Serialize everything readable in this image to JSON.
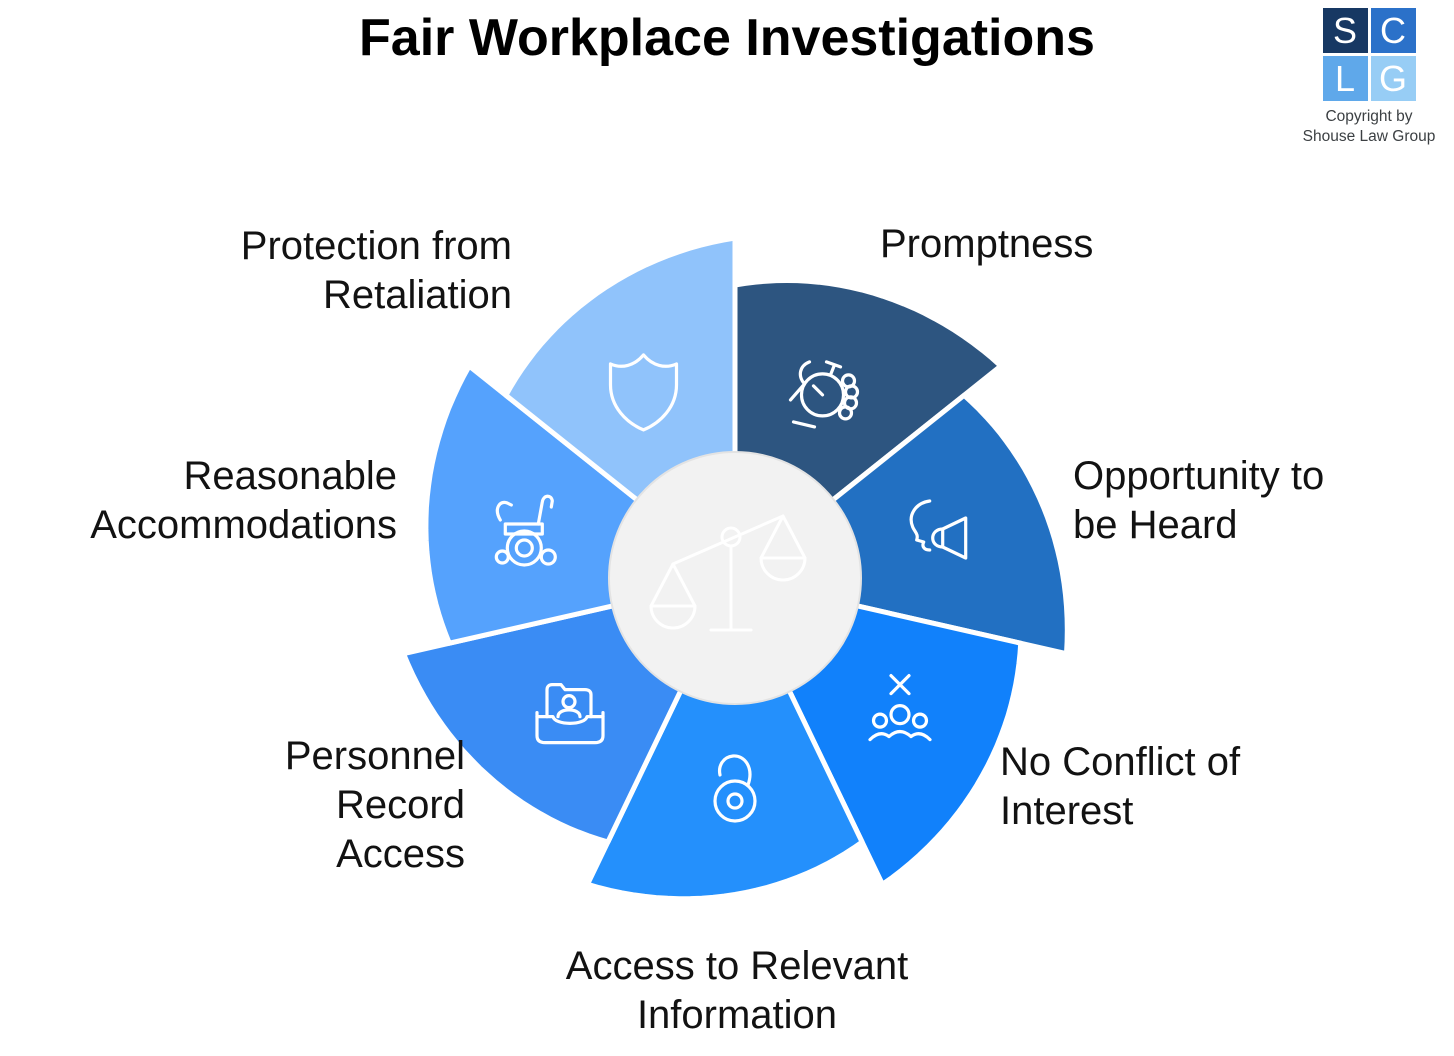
{
  "title": "Fair Workplace Investigations",
  "logo": {
    "letters": [
      "S",
      "C",
      "L",
      "G"
    ],
    "colors": [
      "#173863",
      "#2b71c9",
      "#5fa8ea",
      "#97cdf5"
    ],
    "copyright_line1": "Copyright by",
    "copyright_line2": "Shouse Law Group"
  },
  "wheel": {
    "center_icon": "scales-of-justice-icon",
    "center_color": "#f2f2f2",
    "center_border_color": "#e3e3e3",
    "segments": [
      {
        "label": "Promptness",
        "label_lines": [
          "Promptness"
        ],
        "icon": "stopwatch-hand-icon",
        "color": "#2d5580"
      },
      {
        "label": "Opportunity to be Heard",
        "label_lines": [
          "Opportunity to",
          "be Heard"
        ],
        "icon": "speaking-megaphone-icon",
        "color": "#2270c2"
      },
      {
        "label": "No Conflict of Interest",
        "label_lines": [
          "No Conflict of",
          "Interest"
        ],
        "icon": "people-x-icon",
        "color": "#1181fb"
      },
      {
        "label": "Access to Relevant Information",
        "label_lines": [
          "Access to Relevant",
          "Information"
        ],
        "icon": "open-padlock-icon",
        "color": "#2490fc"
      },
      {
        "label": "Personnel Record Access",
        "label_lines": [
          "Personnel",
          "Record",
          "Access"
        ],
        "icon": "personnel-folder-icon",
        "color": "#3a8cf4"
      },
      {
        "label": "Reasonable Accommodations",
        "label_lines": [
          "Reasonable",
          "Accommodations"
        ],
        "icon": "wheelchair-icon",
        "color": "#55a2fd"
      },
      {
        "label": "Protection from Retaliation",
        "label_lines": [
          "Protection from",
          "Retaliation"
        ],
        "icon": "shield-icon",
        "color": "#90c3fb"
      }
    ]
  }
}
